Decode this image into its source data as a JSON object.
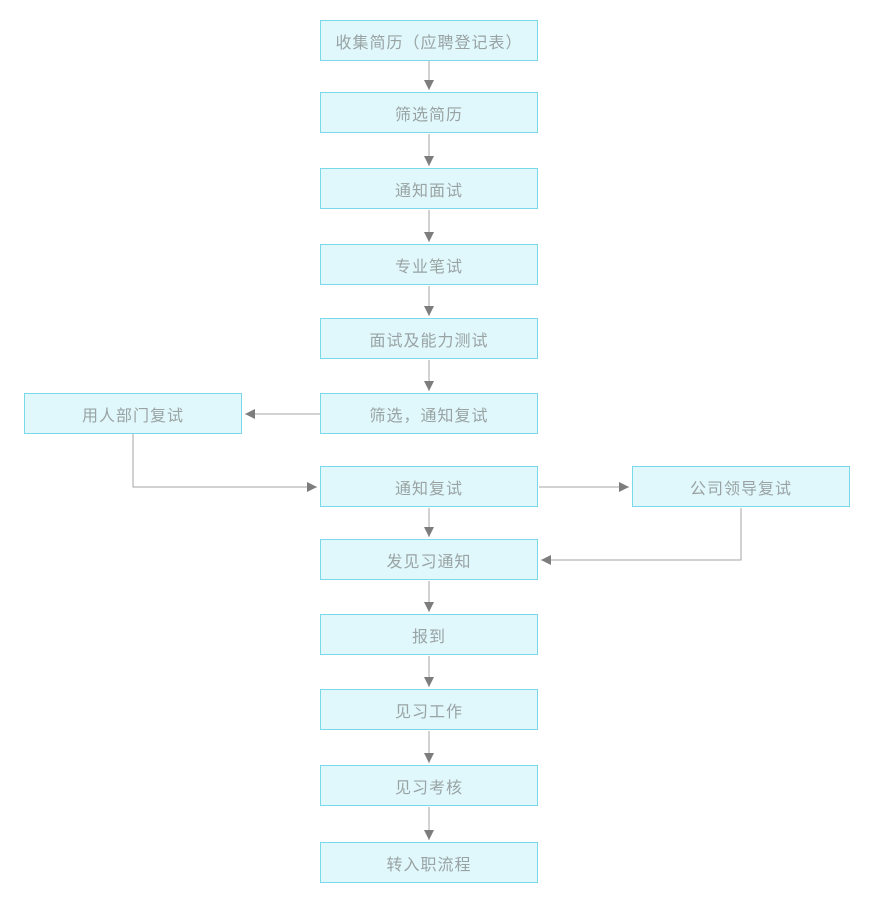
{
  "flowchart": {
    "description": "recruitment-internship-process-flowchart",
    "colors": {
      "background": "#ffffff",
      "node_fill": "#e0f8fc",
      "node_border": "#79d9e8",
      "node_text": "#9aa3a3",
      "connector_line": "#a6a6a6",
      "arrowhead": "#7d7d7d"
    },
    "nodes": [
      {
        "id": "collect-resumes",
        "label": "收集简历（应聘登记表）"
      },
      {
        "id": "screen-resumes",
        "label": "筛选简历"
      },
      {
        "id": "notify-interview",
        "label": "通知面试"
      },
      {
        "id": "professional-written-test",
        "label": "专业笔试"
      },
      {
        "id": "interview-ability-test",
        "label": "面试及能力测试"
      },
      {
        "id": "screen-notify-reinterview",
        "label": "筛选，通知复试"
      },
      {
        "id": "dept-reinterview",
        "label": "用人部门复试"
      },
      {
        "id": "notify-reinterview",
        "label": "通知复试"
      },
      {
        "id": "leader-reinterview",
        "label": "公司领导复试"
      },
      {
        "id": "internship-notice",
        "label": "发见习通知"
      },
      {
        "id": "report-in",
        "label": "报到"
      },
      {
        "id": "internship-work",
        "label": "见习工作"
      },
      {
        "id": "internship-assessment",
        "label": "见习考核"
      },
      {
        "id": "onboarding-process",
        "label": "转入职流程"
      }
    ],
    "edges": [
      {
        "from": "collect-resumes",
        "to": "screen-resumes"
      },
      {
        "from": "screen-resumes",
        "to": "notify-interview"
      },
      {
        "from": "notify-interview",
        "to": "professional-written-test"
      },
      {
        "from": "professional-written-test",
        "to": "interview-ability-test"
      },
      {
        "from": "interview-ability-test",
        "to": "screen-notify-reinterview"
      },
      {
        "from": "screen-notify-reinterview",
        "to": "dept-reinterview"
      },
      {
        "from": "dept-reinterview",
        "to": "notify-reinterview"
      },
      {
        "from": "notify-reinterview",
        "to": "leader-reinterview"
      },
      {
        "from": "notify-reinterview",
        "to": "internship-notice"
      },
      {
        "from": "leader-reinterview",
        "to": "internship-notice"
      },
      {
        "from": "internship-notice",
        "to": "report-in"
      },
      {
        "from": "report-in",
        "to": "internship-work"
      },
      {
        "from": "internship-work",
        "to": "internship-assessment"
      },
      {
        "from": "internship-assessment",
        "to": "onboarding-process"
      }
    ]
  }
}
